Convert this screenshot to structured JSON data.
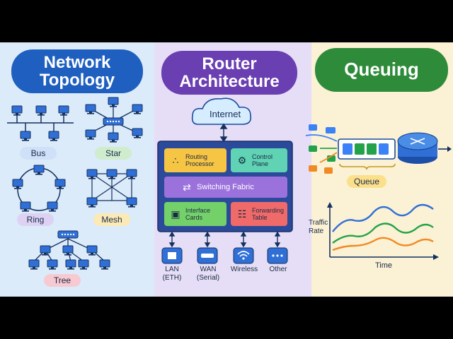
{
  "topology": {
    "title_line1": "Network",
    "title_line2": "Topology",
    "labels": {
      "bus": "Bus",
      "star": "Star",
      "ring": "Ring",
      "mesh": "Mesh",
      "tree": "Tree"
    }
  },
  "router": {
    "title_line1": "Router",
    "title_line2": "Architecture",
    "internet": "Internet",
    "routing_processor_l1": "Routing",
    "routing_processor_l2": "Processor",
    "control_plane_l1": "Control",
    "control_plane_l2": "Plane",
    "switching_fabric": "Switching Fabric",
    "interface_cards_l1": "Interface",
    "interface_cards_l2": "Cards",
    "forwarding_table_l1": "Forwarding",
    "forwarding_table_l2": "Table",
    "ports": [
      {
        "l1": "LAN",
        "l2": "(ETH)"
      },
      {
        "l1": "WAN",
        "l2": "(Serial)"
      },
      {
        "l1": "Wireless",
        "l2": ""
      },
      {
        "l1": "Other",
        "l2": ""
      }
    ]
  },
  "queuing": {
    "title": "Queuing",
    "queue_label": "Queue",
    "traffic_l1": "Traffic",
    "traffic_l2": "Rate",
    "time_label": "Time"
  },
  "colors": {
    "topology_title_bg": "#1f5fbf",
    "router_title_bg": "#6a3fb2",
    "queuing_title_bg": "#2e8b3a"
  },
  "icons": [
    "computer-icon",
    "switch-icon",
    "cloud-icon",
    "routing-icon",
    "gear-icon",
    "arrows-icon",
    "card-icon",
    "database-icon",
    "ethernet-icon",
    "serial-icon",
    "wifi-icon",
    "dots-icon",
    "router-icon"
  ]
}
